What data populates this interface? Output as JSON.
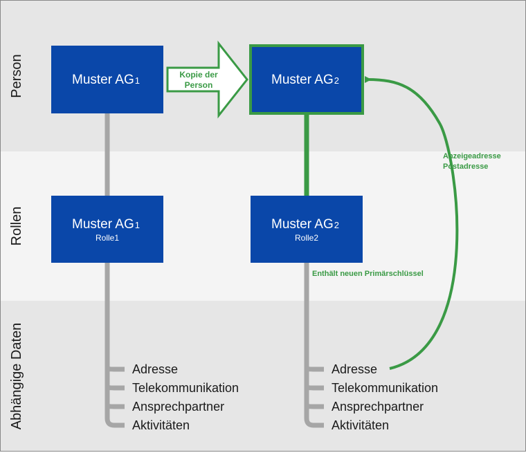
{
  "bands": {
    "person_label": "Person",
    "rollen_label": "Rollen",
    "abhaengige_label": "Abhängige Daten"
  },
  "boxes": {
    "person1": {
      "name": "Muster AG",
      "sub": "1"
    },
    "person2": {
      "name": "Muster AG",
      "sub": "2"
    },
    "rolle1": {
      "name": "Muster AG",
      "sub": "1",
      "role": "Rolle1"
    },
    "rolle2": {
      "name": "Muster AG",
      "sub": "2",
      "role": "Rolle2"
    }
  },
  "copy_arrow": {
    "line1": "Kopie der",
    "line2": "Person"
  },
  "curve_label": {
    "line1": "Anzeigeadresse",
    "line2": "Postadresse"
  },
  "primary_key_note": "Enthält neuen Primärschlüssel",
  "dependents_left": [
    "Adresse",
    "Telekommunikation",
    "Ansprechpartner",
    "Aktivitäten"
  ],
  "dependents_right": [
    "Adresse",
    "Telekommunikation",
    "Ansprechpartner",
    "Aktivitäten"
  ],
  "colors": {
    "box_blue": "#0a47a9",
    "green": "#3a9a45",
    "gray_line": "#a6a6a6",
    "band_dark": "#e6e6e6",
    "band_light": "#f4f4f4"
  }
}
